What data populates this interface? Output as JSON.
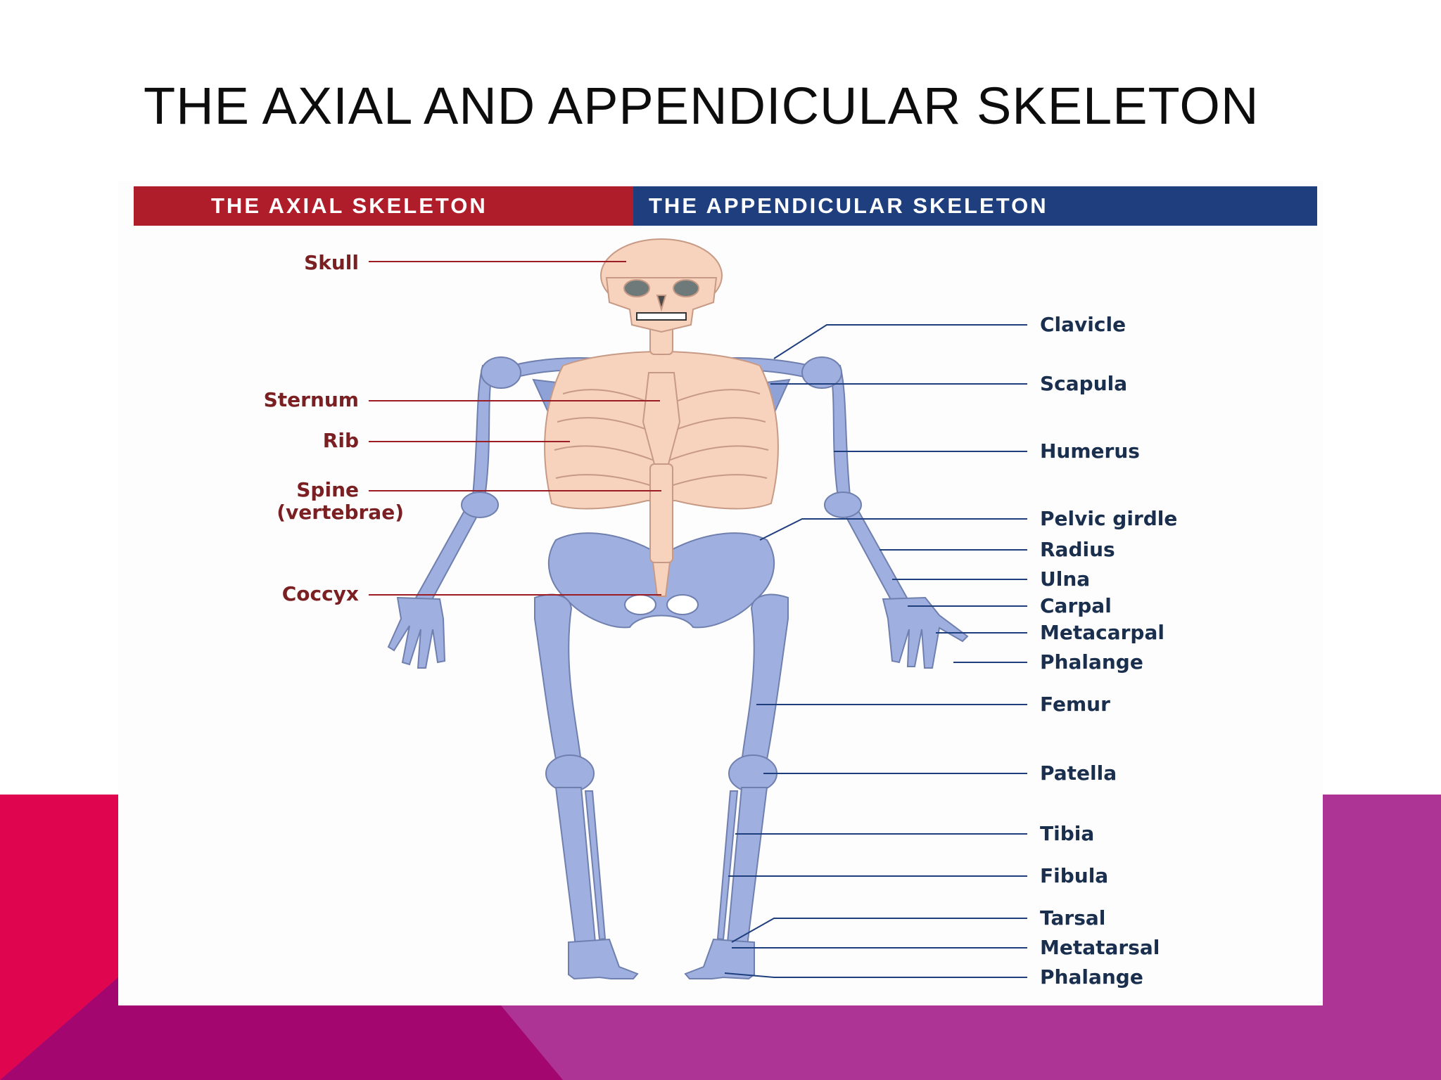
{
  "slide": {
    "title": "THE AXIAL AND APPENDICULAR SKELETON"
  },
  "banner": {
    "axial": "THE AXIAL SKELETON",
    "appendicular": "THE APPENDICULAR SKELETON"
  },
  "labels": {
    "axial": [
      "Skull",
      "Sternum",
      "Rib",
      "Spine",
      "(vertebrae)",
      "Coccyx"
    ],
    "appendicular": [
      "Clavicle",
      "Scapula",
      "Humerus",
      "Pelvic girdle",
      "Radius",
      "Ulna",
      "Carpal",
      "Metacarpal",
      "Phalange",
      "Femur",
      "Patella",
      "Tibia",
      "Fibula",
      "Tarsal",
      "Metatarsal",
      "Phalange"
    ]
  },
  "colors": {
    "axial_banner": "#b01d2a",
    "appendicular_banner": "#1f3e7e",
    "axial_bone": "#f7d2bc",
    "appendicular_bone": "#9fb0e0",
    "axial_line": "#9c1c24",
    "appendicular_line": "#1f3e7e",
    "decor_magenta": "#e0054f",
    "decor_purple": "#ad3395"
  }
}
